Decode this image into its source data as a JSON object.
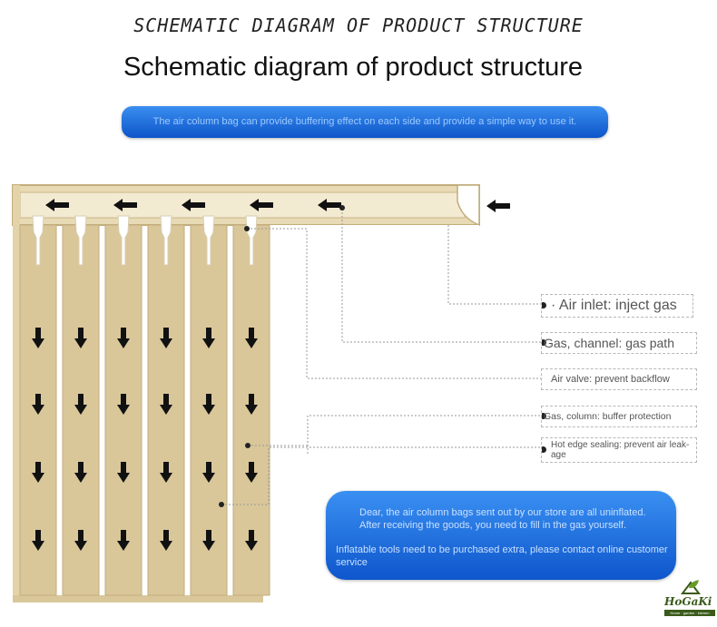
{
  "heading_handwritten": "SCHEMATIC DIAGRAM OF PRODUCT STRUCTURE",
  "heading_main": "Schematic diagram of product structure",
  "banner_top": "The air column bag can provide buffering effect on each side and provide a simple way to use it.",
  "labels": {
    "air_inlet": "· Air inlet: inject gas",
    "gas_channel": "Gas, channel: gas path",
    "air_valve": "Air valve: prevent backflow",
    "gas_column": "Gas, column: buffer protection",
    "hot_edge": "Hot edge sealing: prevent air leak-\nage"
  },
  "note": {
    "line1": "Dear, the air column bags sent out by our store are all uninflated. After receiving the goods, you need to fill in the gas yourself.",
    "line2": "Inflatable tools need to be purchased extra, please contact online customer service"
  },
  "logo": {
    "name": "HoGaKi",
    "tagline": "Home · garden · kitchen"
  },
  "colors": {
    "bag_tan": "#d9c79a",
    "bag_edge": "#c2ad7c",
    "banner_blue": "#1565d8",
    "arrow": "#111111"
  },
  "diagram": {
    "column_count": 6,
    "arrow_rows": 4,
    "channel_arrow_count": 5
  }
}
